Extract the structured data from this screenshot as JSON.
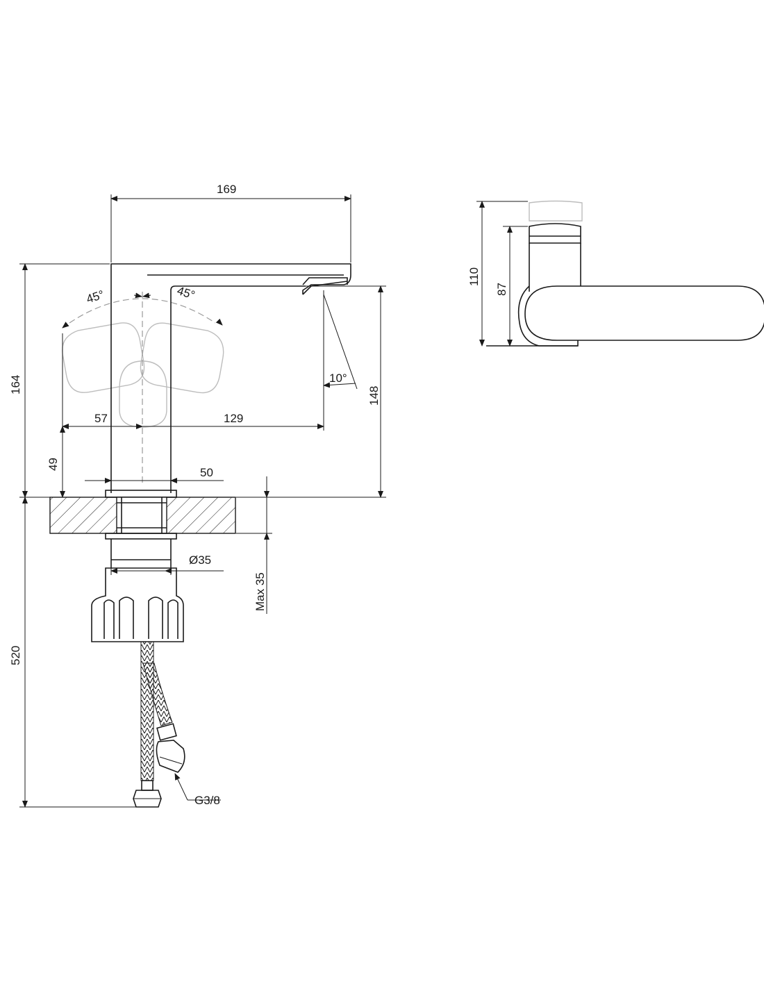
{
  "dimensions": {
    "width_top": "169",
    "angle_left": "45°",
    "angle_right": "45°",
    "angle_spout": "10°",
    "height_total": "164",
    "height_spout": "148",
    "reach_left": "57",
    "reach_right": "129",
    "lever_height": "49",
    "base_width": "50",
    "diameter": "Ø35",
    "max_thickness": "Max 35",
    "hose_length": "520",
    "thread": "G3/8",
    "side_height_total": "110",
    "side_height_body": "87"
  }
}
